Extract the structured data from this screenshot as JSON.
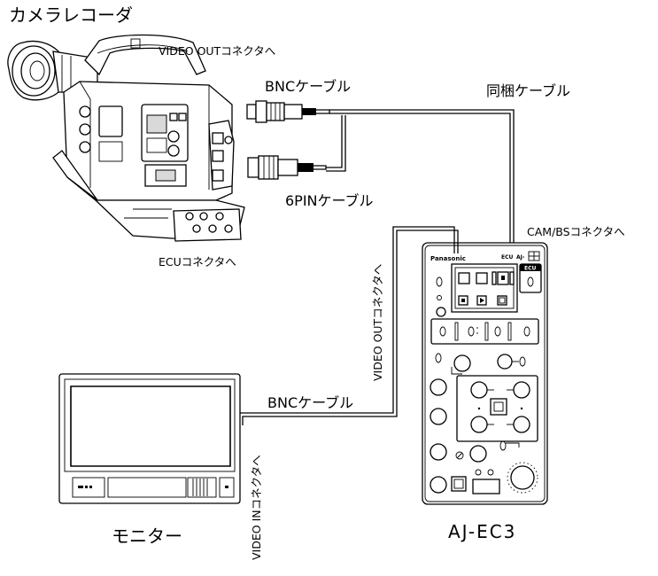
{
  "labels": {
    "camera_title": "カメラレコーダ",
    "video_out_connector": "VIDEO OUTコネクタへ",
    "bnc_cable_top": "BNCケーブル",
    "composite_cable": "同梱ケーブル",
    "six_pin_cable": "6PINケーブル",
    "cam_bs_connector": "CAM/BSコネクタへ",
    "ecu_connector": "ECUコネクタへ",
    "video_out_connector_vertical": "VIDEO OUTコネクタへ",
    "bnc_cable_bottom": "BNCケーブル",
    "video_in_connector": "VIDEO INコネクタへ",
    "monitor_title": "モニター",
    "model_name": "AJ-EC3"
  },
  "panel": {
    "brand": "Panasonic",
    "ecu_text": "ECU",
    "model_short": "AJ-",
    "ecu_badge": "ECU"
  }
}
